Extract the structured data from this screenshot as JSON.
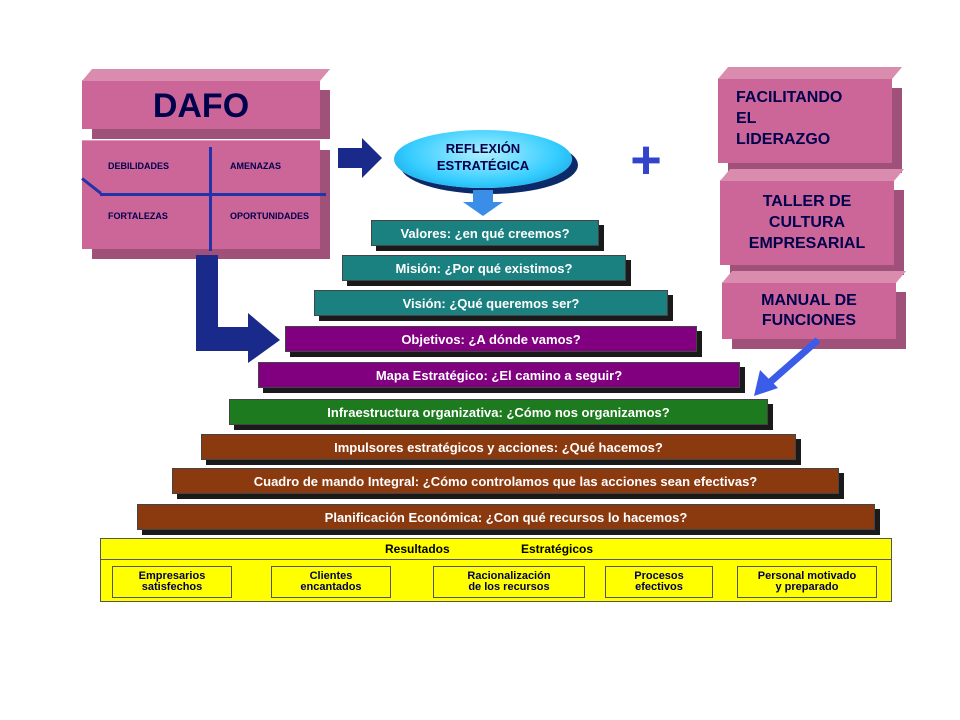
{
  "dafo": {
    "title": "DAFO",
    "quadrants": [
      "DEBILIDADES",
      "AMENAZAS",
      "FORTALEZAS",
      "OPORTUNIDADES"
    ]
  },
  "reflexion": "REFLEXIÓN\nESTRATÉGICA",
  "plus_sign": "+",
  "right_boxes": [
    "FACILITANDO\nEL\nLIDERAZGO",
    "TALLER DE\nCULTURA\nEMPRESARIAL",
    "MANUAL DE\nFUNCIONES"
  ],
  "pyramid": [
    "Valores: ¿en qué creemos?",
    "Misión: ¿Por qué existimos?",
    "Visión: ¿Qué queremos ser?",
    "Objetivos: ¿A dónde vamos?",
    "Mapa Estratégico: ¿El camino a seguir?",
    "Infraestructura organizativa: ¿Cómo nos organizamos?",
    "Impulsores estratégicos y acciones: ¿Qué hacemos?",
    "Cuadro de mando Integral: ¿Cómo controlamos que las acciones sean efectivas?",
    "Planificación Económica: ¿Con qué recursos lo hacemos?"
  ],
  "results": {
    "title_left": "Resultados",
    "title_right": "Estratégicos",
    "items": [
      "Empresarios\nsatisfechos",
      "Clientes\nencantados",
      "Racionalización\nde los recursos",
      "Procesos\nefectivos",
      "Personal motivado\ny preparado"
    ]
  },
  "colors": {
    "box": "#cc6699",
    "arrow": "#1a2a8a",
    "teal": "#1a8080",
    "purple": "#800080",
    "green": "#1e7a1e",
    "brown": "#8b3a0f",
    "results": "#ffff00"
  }
}
